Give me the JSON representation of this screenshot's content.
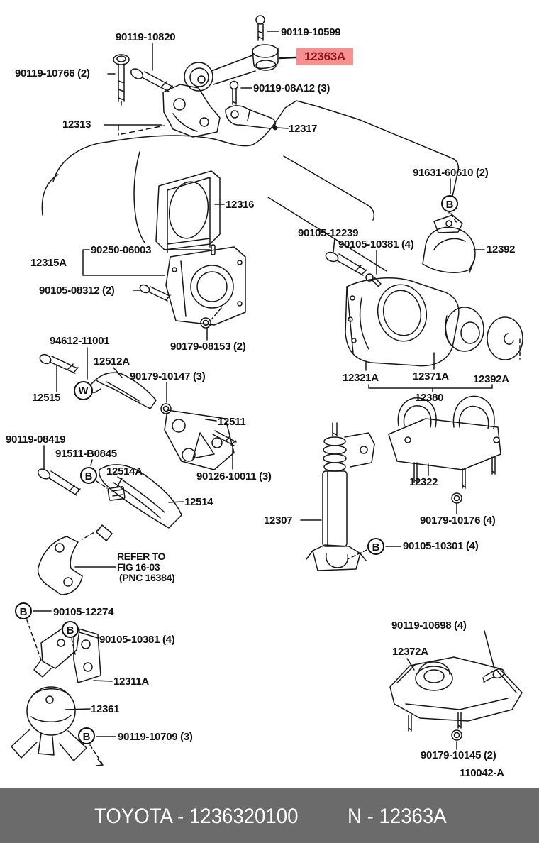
{
  "highlight": {
    "text": "12363A",
    "bg": "#f99090",
    "fg": "#8c1a1d"
  },
  "markers": {
    "b": "B",
    "w": "W"
  },
  "labels": {
    "l10820": "90119-10820",
    "l10599": "90119-10599",
    "l10766": "90119-10766 (2)",
    "l08a12": "90119-08A12 (3)",
    "l12313": "12313",
    "l12317": "12317",
    "l91631": "91631-60610 (2)",
    "l12316": "12316",
    "l12239": "90105-12239",
    "l10381": "90105-10381 (4)",
    "l12392": "12392",
    "l90250": "90250-06003",
    "l12315a": "12315A",
    "l08312": "90105-08312 (2)",
    "l94612": "94612-11001",
    "l12512a": "12512A",
    "l08153": "90179-08153 (2)",
    "l10147": "90179-10147 (3)",
    "l12515": "12515",
    "l12321a": "12321A",
    "l12371a": "12371A",
    "l12392a": "12392A",
    "l12380": "12380",
    "l12511": "12511",
    "l08419": "90119-08419",
    "l91511": "91511-B0845",
    "l12514a": "12514A",
    "l10011": "90126-10011 (3)",
    "l12514": "12514",
    "l12322": "12322",
    "l12307": "12307",
    "l10176": "90179-10176 (4)",
    "l10301": "90105-10301 (4)",
    "refer1": "REFER TO",
    "refer2": "FIG 16-03",
    "refer3": "(PNC 16384)",
    "l12274": "90105-12274",
    "l12311a": "12311A",
    "l12361": "12361",
    "l10709": "90119-10709 (3)",
    "l10698": "90119-10698 (4)",
    "l12372a": "12372A",
    "l10145": "90179-10145 (2)",
    "l110042": "110042-A"
  },
  "footer": {
    "bg": "#6b6b6b",
    "fg": "#ffffff",
    "left_code": "TOYOTA - 1236320100",
    "right_code": "N - 12363A"
  }
}
